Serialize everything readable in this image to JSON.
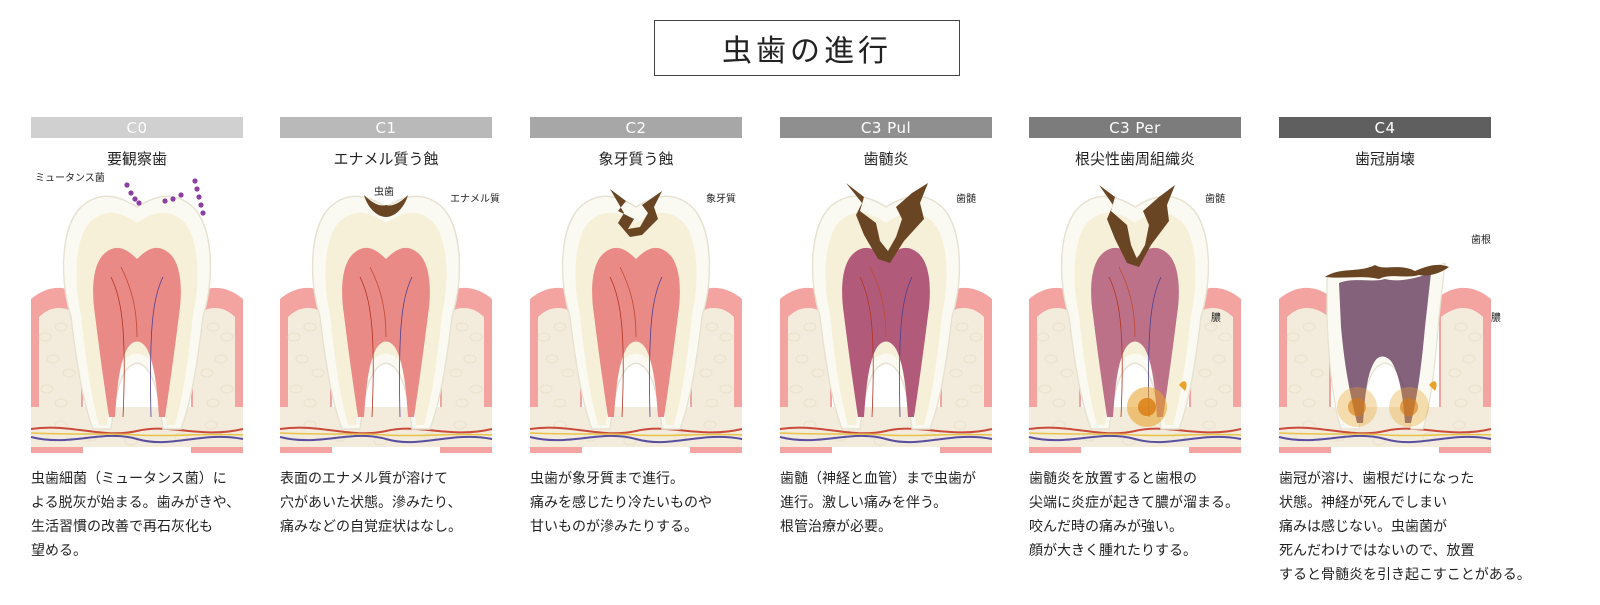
{
  "title": "虫歯の進行",
  "colors": {
    "bar": [
      "#d0d0d0",
      "#b9b9b9",
      "#a7a7a7",
      "#8f8f8f",
      "#7c7c7c",
      "#5f5f5f"
    ],
    "gum": "#f3a3a0",
    "bone": "#f3ecdc",
    "enamel": "#fbfaf2",
    "pulp": "#e98a87",
    "decay": "#6a4524",
    "bacteria": "#8b3fa0"
  },
  "stages": [
    {
      "code": "C0",
      "name": "要観察歯",
      "labels": [
        "ミュータンス菌"
      ],
      "desc": "虫歯細菌（ミュータンス菌）に\nよる脱灰が始まる。歯みがきや、\n生活習慣の改善で再石灰化も\n望める。"
    },
    {
      "code": "C1",
      "name": "エナメル質う蝕",
      "labels": [
        "虫歯",
        "エナメル質"
      ],
      "desc": "表面のエナメル質が溶けて\n穴があいた状態。滲みたり、\n痛みなどの自覚症状はなし。"
    },
    {
      "code": "C2",
      "name": "象牙質う蝕",
      "labels": [
        "象牙質"
      ],
      "desc": "虫歯が象牙質まで進行。\n痛みを感じたり冷たいものや\n甘いものが滲みたりする。"
    },
    {
      "code": "C3 Pul",
      "name": "歯髄炎",
      "labels": [
        "歯髄"
      ],
      "desc": "歯髄（神経と血管）まで虫歯が\n進行。激しい痛みを伴う。\n根管治療が必要。"
    },
    {
      "code": "C3 Per",
      "name": "根尖性歯周組織炎",
      "labels": [
        "歯髄",
        "膿"
      ],
      "desc": "歯髄炎を放置すると歯根の\n尖端に炎症が起きて膿が溜まる。\n咬んだ時の痛みが強い。\n顔が大きく腫れたりする。"
    },
    {
      "code": "C4",
      "name": "歯冠崩壊",
      "labels": [
        "歯根",
        "膿"
      ],
      "desc": "歯冠が溶け、歯根だけになった\n状態。神経が死んでしまい\n痛みは感じない。虫歯菌が\n死んだわけではないので、放置\nすると骨髄炎を引き起こすことがある。"
    }
  ]
}
